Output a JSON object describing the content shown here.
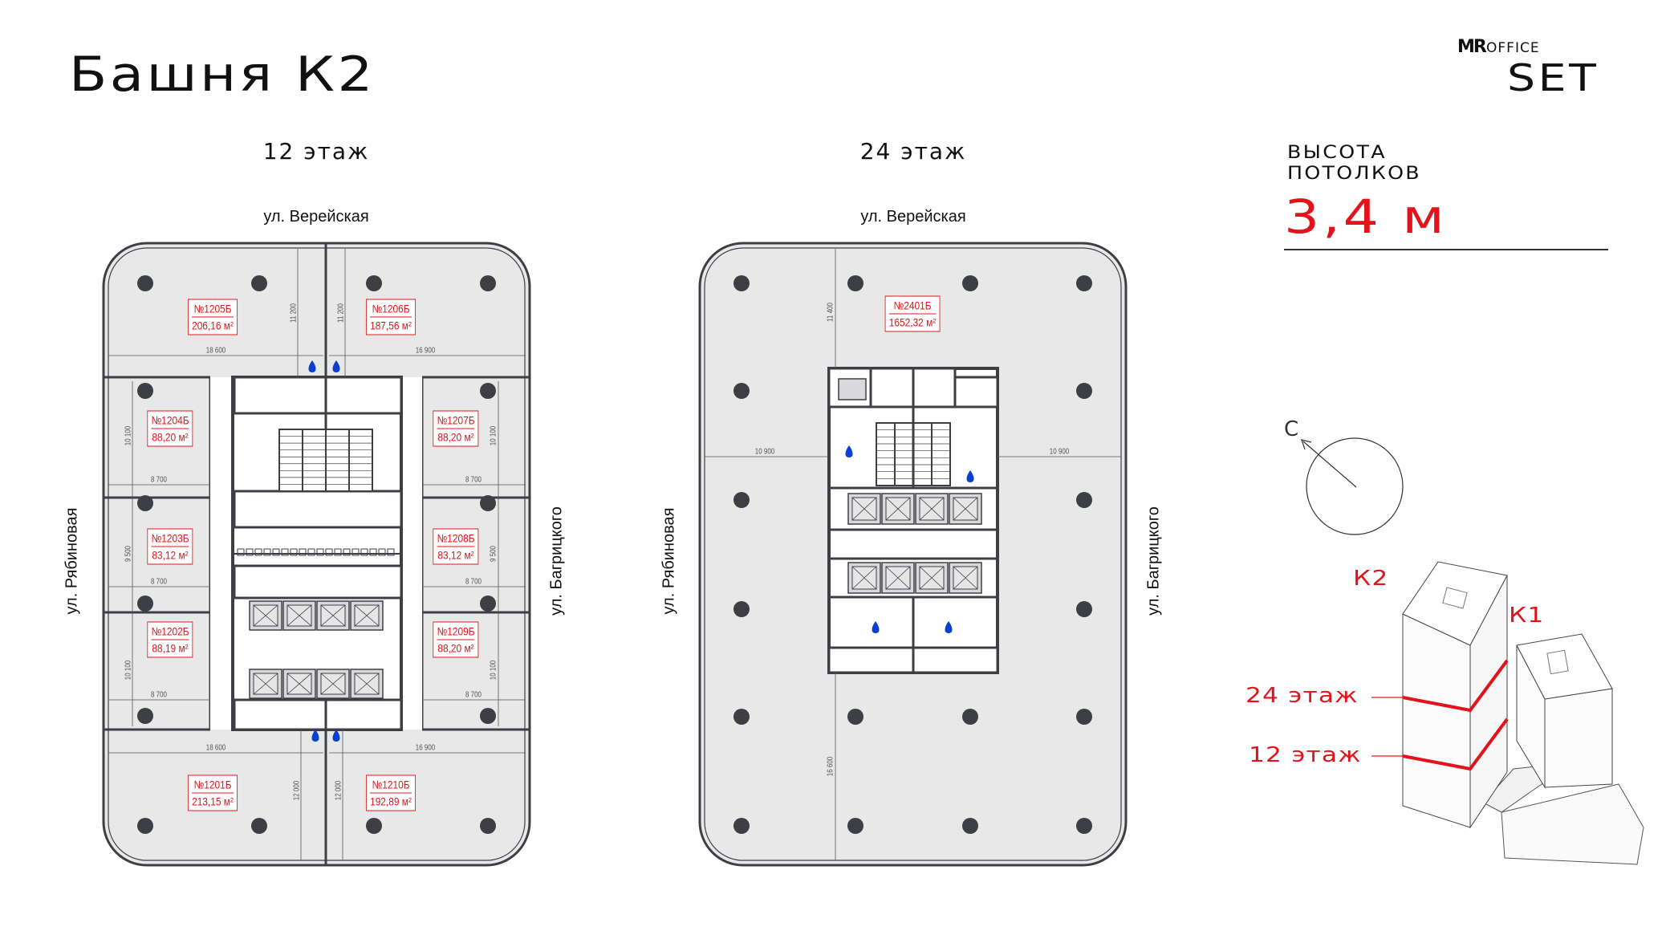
{
  "title": "Башня К2",
  "logo": {
    "mark": "MR",
    "office": "OFFICE",
    "name": "SET"
  },
  "ceiling": {
    "label_line1": "ВЫСОТА",
    "label_line2": "ПОТОЛКОВ",
    "value": "3,4 м"
  },
  "compass": {
    "north_label": "С"
  },
  "colors": {
    "accent": "#e3131b",
    "wall": "#3d3f45",
    "floor": "#e8e8e8",
    "water": "#0a3fcf"
  },
  "floor12": {
    "heading": "12 этаж",
    "streets": {
      "top": "ул. Верейская",
      "left": "ул. Рябиновая",
      "right": "ул. Багрицкого"
    },
    "units": [
      {
        "no": "№1205Б",
        "area": "206,16 м²"
      },
      {
        "no": "№1206Б",
        "area": "187,56 м²"
      },
      {
        "no": "№1204Б",
        "area": "88,20 м²"
      },
      {
        "no": "№1207Б",
        "area": "88,20 м²"
      },
      {
        "no": "№1203Б",
        "area": "83,12 м²"
      },
      {
        "no": "№1208Б",
        "area": "83,12 м²"
      },
      {
        "no": "№1202Б",
        "area": "88,19 м²"
      },
      {
        "no": "№1209Б",
        "area": "88,20 м²"
      },
      {
        "no": "№1201Б",
        "area": "213,15 м²"
      },
      {
        "no": "№1210Б",
        "area": "192,89 м²"
      }
    ],
    "dims": [
      "18 600",
      "16 900",
      "11 200",
      "11 200",
      "10 100",
      "10 100",
      "8 700",
      "8 700",
      "9 500",
      "9 500",
      "8 700",
      "8 700",
      "10 100",
      "10 100",
      "8 700",
      "8 700",
      "18 600",
      "16 900",
      "12 000",
      "12 000"
    ]
  },
  "floor24": {
    "heading": "24 этаж",
    "streets": {
      "top": "ул. Верейская",
      "left": "ул. Рябиновая",
      "right": "ул. Багрицкого"
    },
    "units": [
      {
        "no": "№2401Б",
        "area": "1652,32 м²"
      }
    ],
    "dims": [
      "11 400",
      "10 900",
      "10 900",
      "16 600"
    ]
  },
  "building": {
    "tower2": "К2",
    "tower1": "К1",
    "floor_a": "24 этаж",
    "floor_b": "12 этаж"
  }
}
